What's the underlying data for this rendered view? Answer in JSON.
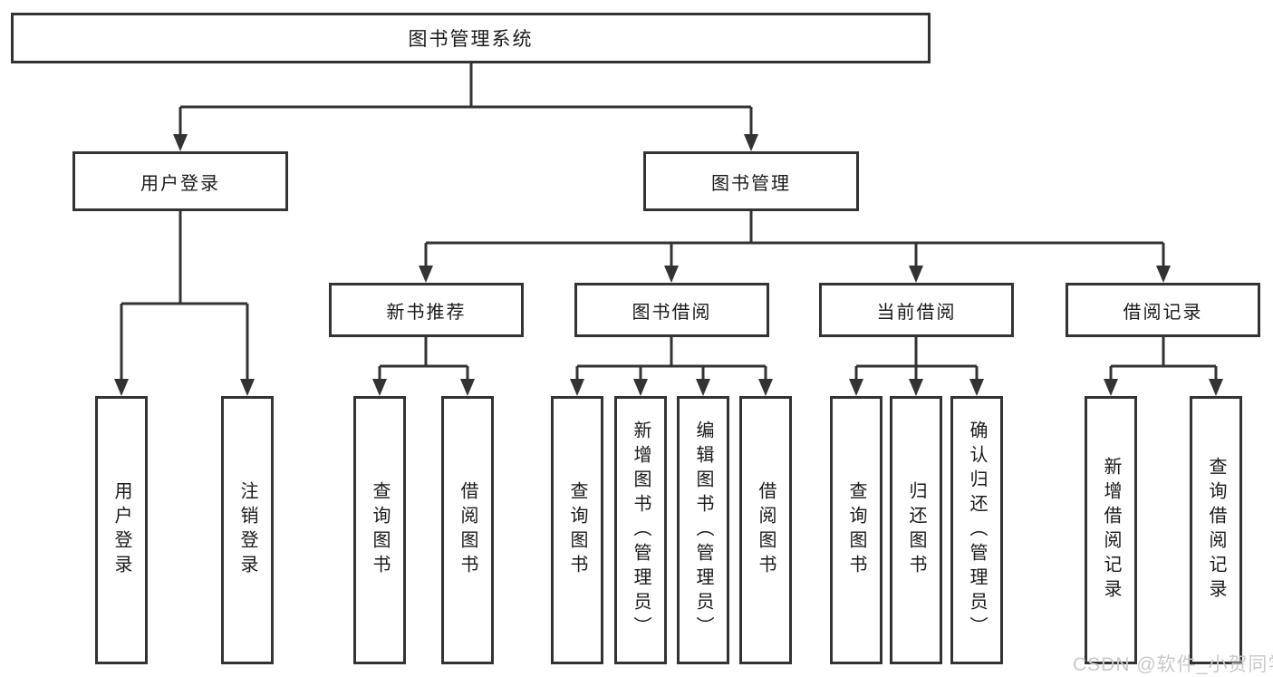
{
  "root": {
    "label": "图书管理系统"
  },
  "user_login": {
    "label": "用户登录",
    "children": [
      {
        "label": "用户登录"
      },
      {
        "label": "注销登录"
      }
    ]
  },
  "book_mgmt": {
    "label": "图书管理",
    "sections": [
      {
        "label": "新书推荐",
        "children": [
          {
            "label": "查询图书"
          },
          {
            "label": "借阅图书"
          }
        ]
      },
      {
        "label": "图书借阅",
        "children": [
          {
            "label": "查询图书"
          },
          {
            "label": "新增图书（管理员）"
          },
          {
            "label": "编辑图书（管理员）"
          },
          {
            "label": "借阅图书"
          }
        ]
      },
      {
        "label": "当前借阅",
        "children": [
          {
            "label": "查询图书"
          },
          {
            "label": "归还图书"
          },
          {
            "label": "确认归还（管理员）"
          }
        ]
      },
      {
        "label": "借阅记录",
        "children": [
          {
            "label": "新增借阅记录"
          },
          {
            "label": "查询借阅记录"
          }
        ]
      }
    ]
  },
  "watermark": {
    "text": "CSDN @软件_小贺同学"
  },
  "colors": {
    "line": "#333333",
    "text": "#1a1a1a",
    "background": "#ffffff",
    "watermark": "#c9c9c9"
  }
}
